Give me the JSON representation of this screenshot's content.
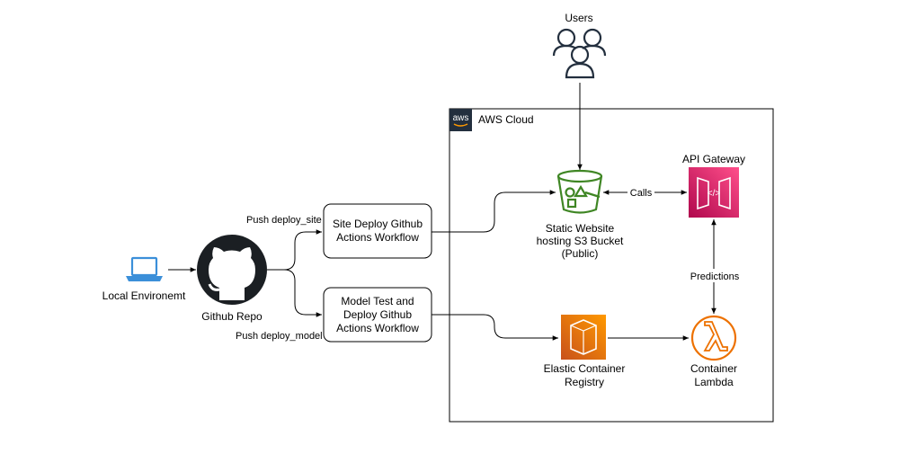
{
  "cloud": {
    "label": "AWS Cloud",
    "logo_text": "aws"
  },
  "users": {
    "label": "Users",
    "icon": "users-icon"
  },
  "local": {
    "label": "Local Environemt",
    "icon": "laptop-icon"
  },
  "github": {
    "label": "Github Repo",
    "icon": "github-icon"
  },
  "site_workflow": {
    "line1": "Site Deploy Github",
    "line2": "Actions Workflow"
  },
  "model_workflow": {
    "line1": "Model Test and",
    "line2": "Deploy Github",
    "line3": "Actions Workflow"
  },
  "s3": {
    "line1": "Static Website",
    "line2": "hosting S3 Bucket",
    "line3": "(Public)",
    "color": "#3F8624"
  },
  "apigw": {
    "label": "API Gateway",
    "color": "#E7157B"
  },
  "ecr": {
    "line1": "Elastic Container",
    "line2": "Registry",
    "color": "#ED7100"
  },
  "lambda": {
    "line1": "Container",
    "line2": "Lambda",
    "color": "#ED7100"
  },
  "edges": {
    "push_site": "Push deploy_site",
    "push_model": "Push deploy_model",
    "calls": "Calls",
    "predictions": "Predictions"
  },
  "colors": {
    "laptop": "#3B8FD9",
    "line": "#000000"
  }
}
